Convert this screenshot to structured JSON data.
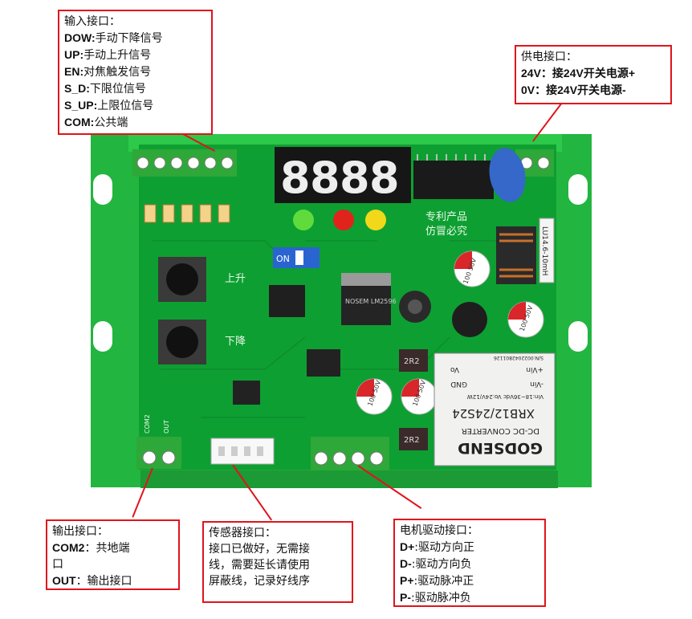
{
  "input_box": {
    "title": "输入接口：",
    "rows": [
      {
        "code": "DOW:",
        "desc": "手动下降信号"
      },
      {
        "code": "UP:",
        "desc": "手动上升信号"
      },
      {
        "code": "EN:",
        "desc": "对焦触发信号"
      },
      {
        "code": "S_D:",
        "desc": "下限位信号"
      },
      {
        "code": "S_UP:",
        "desc": "上限位信号"
      },
      {
        "code": "COM:",
        "desc": "公共端"
      }
    ]
  },
  "power_box": {
    "title": "供电接口：",
    "rows": [
      {
        "code": "24V",
        "desc": "：接24V开关电源+"
      },
      {
        "code": "0V",
        "desc": "：接24V开关电源-"
      }
    ]
  },
  "output_box": {
    "title": "输出接口：",
    "line1_code": "COM2",
    "line1_desc": "：共地端",
    "line2": "口",
    "line3_code": "OUT",
    "line3_desc": "：输出接口"
  },
  "sensor_box": {
    "title": "传感器接口：",
    "lines": [
      "接口已做好，无需接",
      "线，需要延长请使用",
      "屏蔽线，记录好线序"
    ]
  },
  "motor_box": {
    "title": "电机驱动接口：",
    "rows": [
      {
        "code": "D+",
        "desc": ":驱动方向正"
      },
      {
        "code": "D-",
        "desc": ":驱动方向负"
      },
      {
        "code": "P+",
        "desc": ":驱动脉冲正"
      },
      {
        "code": "P-",
        "desc": ":驱动脉冲负"
      }
    ]
  },
  "board": {
    "button_up_label": "上升",
    "button_down_label": "下降",
    "patent_line1": "专利产品",
    "patent_line2": "仿冒必究",
    "chip1_text": "NOSEM LM2596",
    "inductor1_text": "2R2",
    "inductor2_text": "2R2",
    "cap1_text": "100 50V",
    "cap2_text": "100 50V",
    "cap3_text": "100 50V",
    "cap4_text": "100 50V",
    "dcdc_brand": "GODSEND",
    "dcdc_type": "DC-DC CONVERTER",
    "dcdc_model": "XRB12/24S24",
    "dcdc_spec": "Vin:18~36Vdc Vo:24V/12W",
    "dcdc_pin1": "+Vin",
    "dcdc_pin2": "-Vin",
    "dcdc_gnd": "GND",
    "dcdc_vo": "Vo",
    "dcdc_sn": "S/N:0022042801126",
    "choke_label": "LU14.6-10mH",
    "com2_label": "COM2",
    "out_label": "OUT",
    "dip_label": "ON"
  }
}
